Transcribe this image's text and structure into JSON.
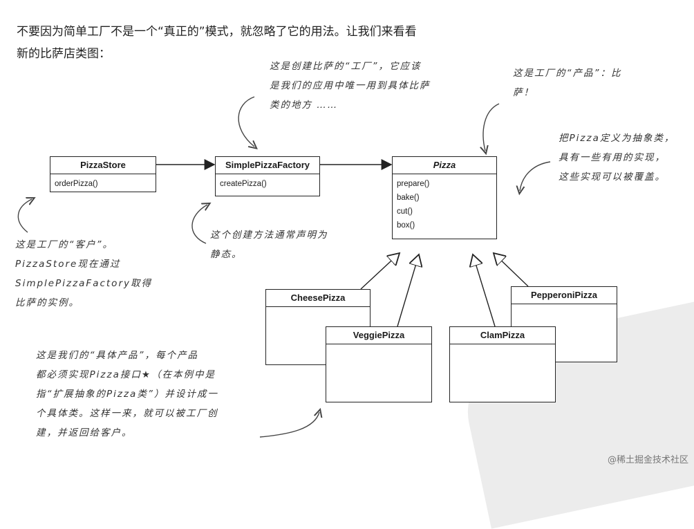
{
  "intro": {
    "line1": "不要因为简单工厂不是一个“真正的”模式，就忽略了它的用法。让我们来看看",
    "line2": "新的比萨店类图："
  },
  "classes": {
    "pizza_store": {
      "name": "PizzaStore",
      "methods": [
        "orderPizza()"
      ]
    },
    "simple_factory": {
      "name": "SimplePizzaFactory",
      "methods": [
        "createPizza()"
      ]
    },
    "pizza": {
      "name": "Pizza",
      "methods": [
        "prepare()",
        "bake()",
        "cut()",
        "box()"
      ]
    },
    "cheese": {
      "name": "CheesePizza"
    },
    "veggie": {
      "name": "VeggiePizza"
    },
    "clam": {
      "name": "ClamPizza"
    },
    "pepperoni": {
      "name": "PepperoniPizza"
    }
  },
  "notes": {
    "factory": [
      "这是创建比萨的“工厂”，它应该",
      "是我们的应用中唯一用到具体比萨",
      "类的地方 ……"
    ],
    "product": [
      "这是工厂的“产品”：比",
      "萨！"
    ],
    "abstract": [
      "把Pizza定义为抽象类，",
      "具有一些有用的实现，",
      "这些实现可以被覆盖。"
    ],
    "client": [
      "这是工厂的“客户”。",
      "PizzaStore现在通过",
      "SimplePizzaFactory取得",
      "比萨的实例。"
    ],
    "static": [
      "这个创建方法通常声明为",
      "静态。"
    ],
    "concrete": [
      "这是我们的“具体产品”，每个产品",
      "都必须实现Pizza接口★（在本例中是",
      "指“扩展抽象的Pizza类”）并设计成一",
      "个具体类。这样一来，就可以被工厂创",
      "建，并返回给客户。"
    ]
  },
  "watermark": "@稀土掘金技术社区"
}
